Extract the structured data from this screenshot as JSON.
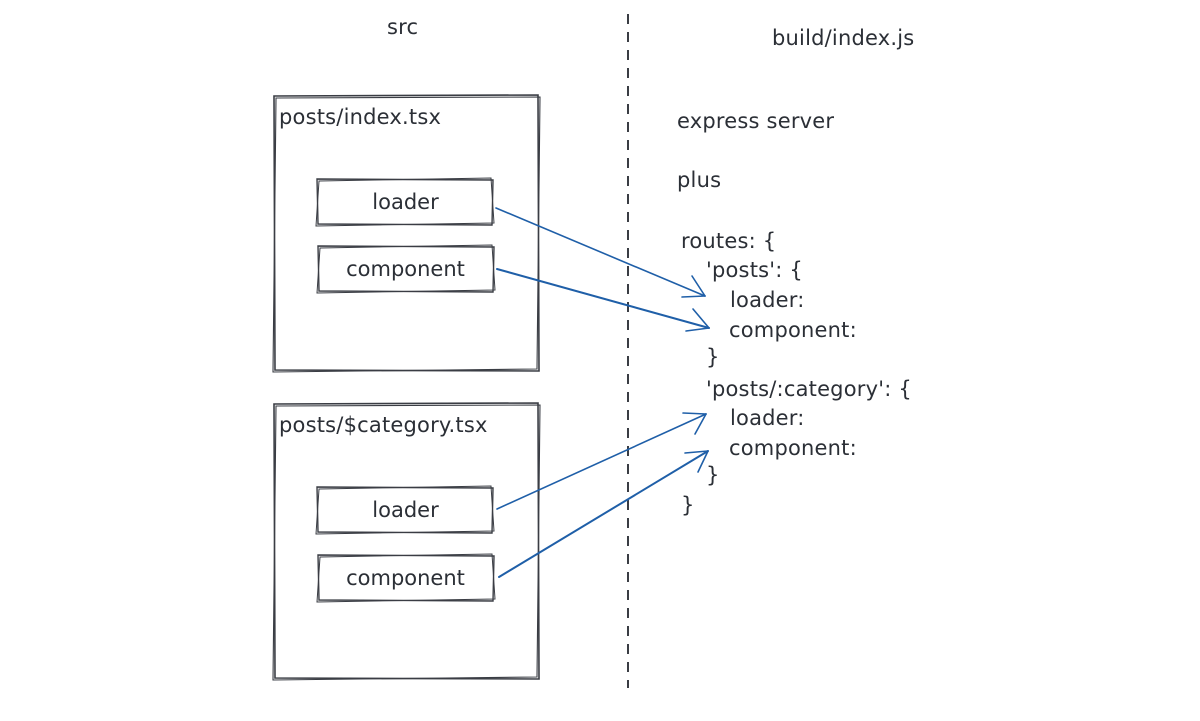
{
  "headers": {
    "left": "src",
    "right": "build/index.js"
  },
  "files": [
    {
      "name": "posts/index.tsx",
      "loader": "loader",
      "component": "component"
    },
    {
      "name": "posts/$category.tsx",
      "loader": "loader",
      "component": "component"
    }
  ],
  "build": {
    "server": "express server",
    "plus": "plus",
    "routes_open": "routes: {",
    "route1_open": "'posts': {",
    "route1_loader": "loader:",
    "route1_component": "component:",
    "route1_close": "}",
    "route2_open": "'posts/:category': {",
    "route2_loader": "loader:",
    "route2_component": "component:",
    "route2_close": "}",
    "routes_close": "}"
  },
  "colors": {
    "ink": "#2b2f36",
    "arrow": "#1f5fa8"
  }
}
